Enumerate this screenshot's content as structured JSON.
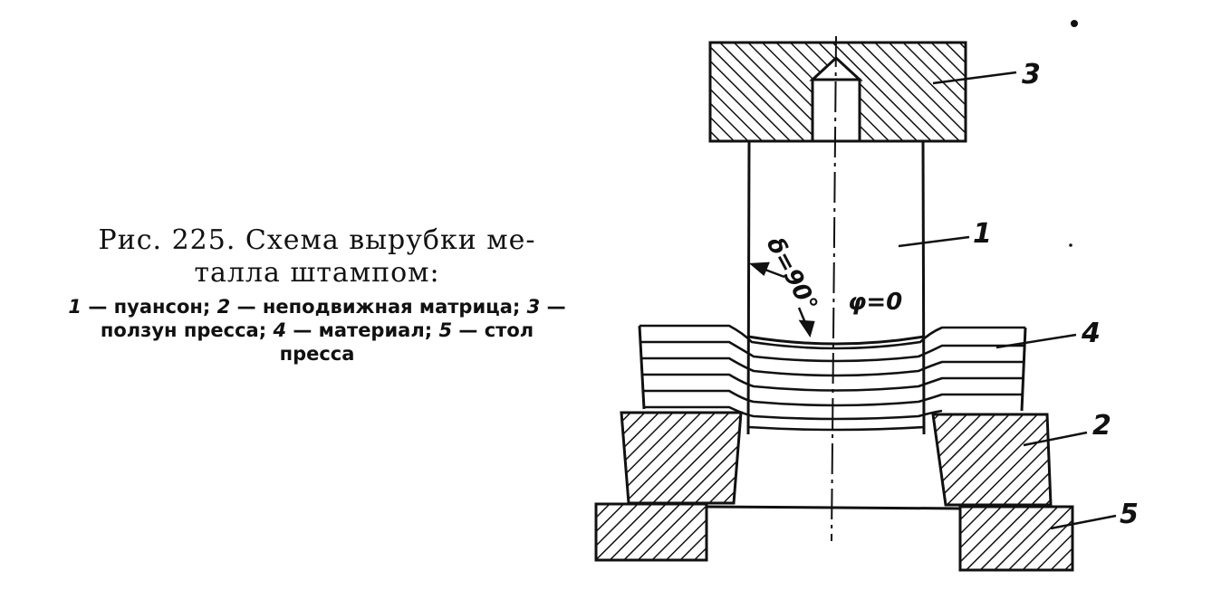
{
  "caption": {
    "title_line1": "Рис. 225. Схема вырубки ме-",
    "title_line2": "талла штампом:",
    "legend": [
      {
        "num": "1",
        "text": " — пуансон; "
      },
      {
        "num": "2",
        "text": " — неподвижная матрица; "
      },
      {
        "num": "3",
        "text": " — ползун пресса; "
      },
      {
        "num": "4",
        "text": " — материал; "
      },
      {
        "num": "5",
        "text": " — стол пресса"
      }
    ]
  },
  "diagram": {
    "labels": {
      "punch": "1",
      "die": "2",
      "slide": "3",
      "material": "4",
      "table": "5"
    },
    "angle_delta": "δ=90°",
    "angle_phi": "φ=0"
  },
  "colors": {
    "ink": "#111111",
    "paper": "#ffffff"
  }
}
